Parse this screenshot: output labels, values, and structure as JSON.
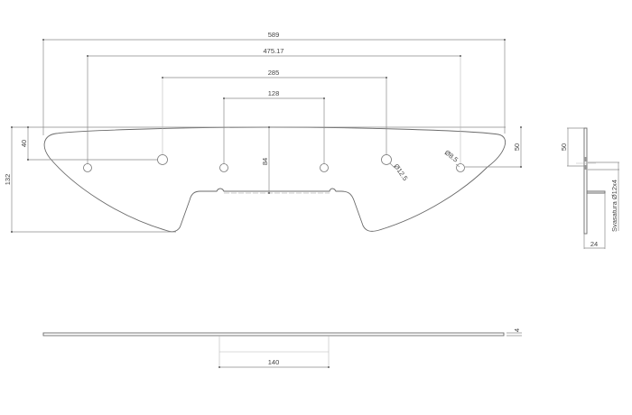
{
  "drawing": {
    "type": "technical-drawing",
    "colors": {
      "background": "#ffffff",
      "outline": "#6a6a6a",
      "dimension": "#8a8a8a",
      "text": "#444444"
    },
    "front_view": {
      "horizontal_dimensions": {
        "overall": "589",
        "outer_holes": "475.17",
        "mid_holes": "285",
        "inner_holes": "128"
      },
      "vertical_dimensions": {
        "height_total": "132",
        "left_hole_offset": "40",
        "right_hole_offset": "50",
        "center_depth": "84"
      },
      "hole_callouts": {
        "large_hole": "Ø12.5",
        "small_hole": "Ø8.5"
      }
    },
    "bottom_view": {
      "bracket_width": "140",
      "thickness": "4"
    },
    "side_view": {
      "height": "50",
      "depth": "24",
      "countersink_note": "Svasatura Ø12x4"
    }
  }
}
